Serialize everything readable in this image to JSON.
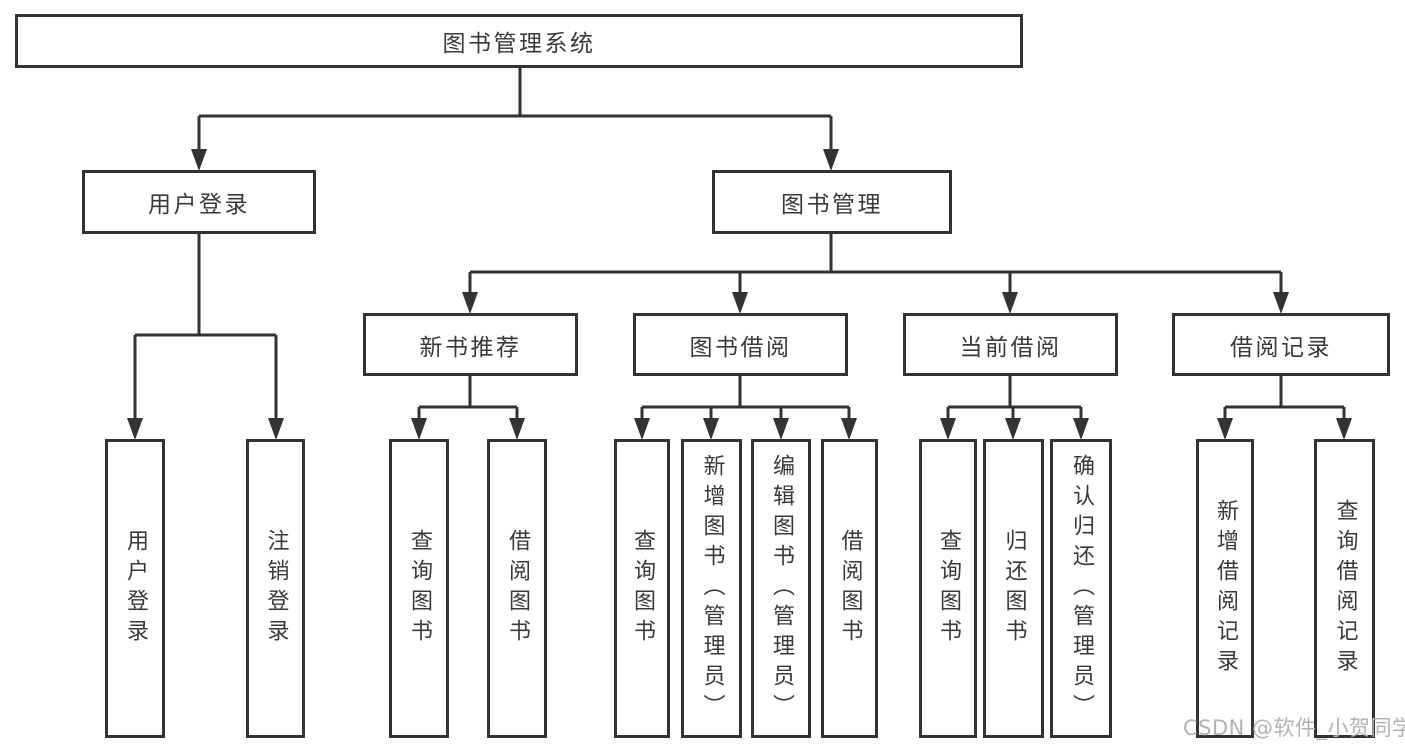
{
  "tree": {
    "root": {
      "label": "图书管理系统"
    },
    "branches": {
      "user_login": {
        "label": "用户登录",
        "children": [
          {
            "label": "用户登录"
          },
          {
            "label": "注销登录"
          }
        ]
      },
      "book_management": {
        "label": "图书管理",
        "children": [
          {
            "label": "新书推荐",
            "children": [
              {
                "label": "查询图书"
              },
              {
                "label": "借阅图书"
              }
            ]
          },
          {
            "label": "图书借阅",
            "children": [
              {
                "label": "查询图书"
              },
              {
                "label": "新增图书（管理员）"
              },
              {
                "label": "编辑图书（管理员）"
              },
              {
                "label": "借阅图书"
              }
            ]
          },
          {
            "label": "当前借阅",
            "children": [
              {
                "label": "查询图书"
              },
              {
                "label": "归还图书"
              },
              {
                "label": "确认归还（管理员）"
              }
            ]
          },
          {
            "label": "借阅记录",
            "children": [
              {
                "label": "新增借阅记录"
              },
              {
                "label": "查询借阅记录"
              }
            ]
          }
        ]
      }
    }
  },
  "watermark": "CSDN @软件_小贺同学",
  "colors": {
    "line": "#333333",
    "text": "#3a3a3a",
    "watermark": "#b3b3b3",
    "background": "#ffffff"
  }
}
